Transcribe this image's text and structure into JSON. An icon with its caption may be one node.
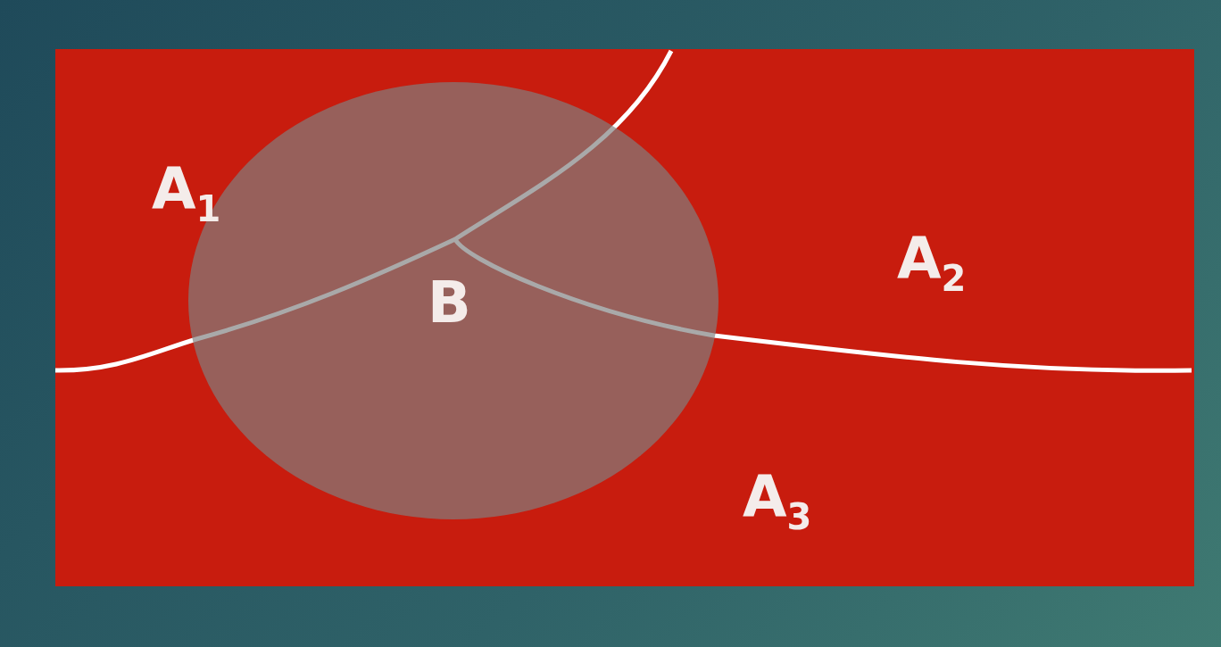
{
  "diagram": {
    "nodes": [
      {
        "text": [
          "B"
        ]
      }
    ],
    "labels": [
      "A$_{1}$",
      "A$_{2}$",
      "A$_{3}$"
    ]
  }
}
